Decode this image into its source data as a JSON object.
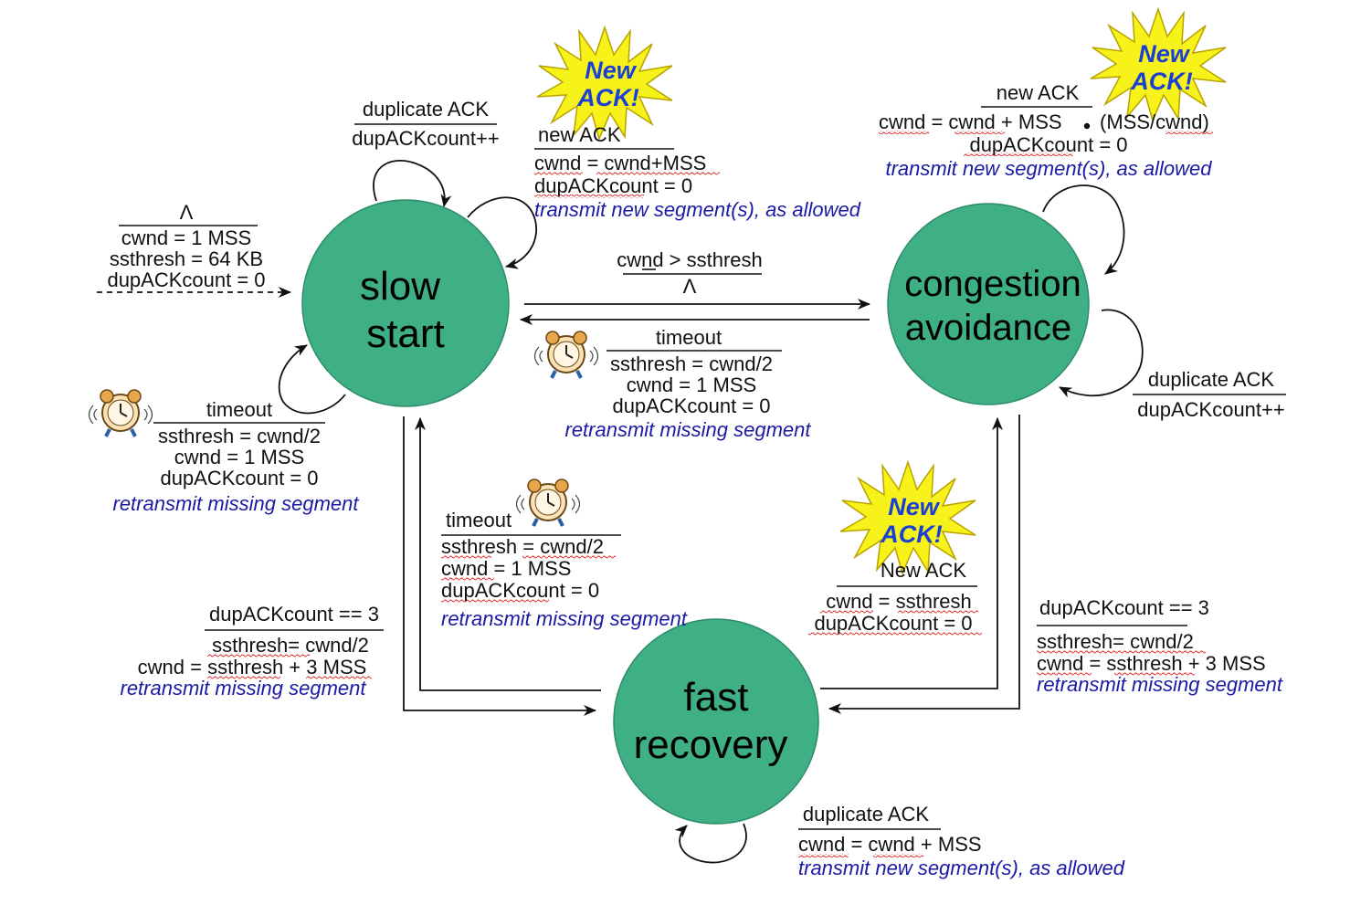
{
  "states": {
    "slow_start": [
      "slow",
      "start"
    ],
    "congestion_avoidance": [
      "congestion",
      "avoidance"
    ],
    "fast_recovery": [
      "fast",
      "recovery"
    ]
  },
  "badge_text": [
    "New",
    "ACK!"
  ],
  "labels": {
    "init": {
      "event": "Λ",
      "actions": [
        "cwnd = 1 MSS",
        "ssthresh = 64 KB",
        "dupACKcount = 0"
      ]
    },
    "ss_dup": {
      "event": "duplicate ACK",
      "actions": [
        "dupACKcount++"
      ]
    },
    "ss_new": {
      "event": "new ACK",
      "actions": [
        "cwnd = cwnd+MSS",
        "dupACKcount = 0"
      ],
      "action_note": "transmit new segment(s), as allowed"
    },
    "ss_to_ca": {
      "event": "cwnd > ssthresh",
      "actions": [
        "Λ"
      ]
    },
    "ca_timeout": {
      "event": "timeout",
      "actions": [
        "ssthresh = cwnd/2",
        "cwnd = 1 MSS",
        "dupACKcount = 0"
      ],
      "action_note": "retransmit missing segment"
    },
    "ss_timeout": {
      "event": "timeout",
      "actions": [
        "ssthresh = cwnd/2",
        "cwnd = 1 MSS",
        "dupACKcount = 0"
      ],
      "action_note": "retransmit missing segment"
    },
    "ca_new": {
      "event": "new ACK",
      "actions": [
        "cwnd = cwnd + MSS",
        "(MSS/cwnd)",
        "dupACKcount = 0"
      ],
      "action_note": "transmit new segment(s), as allowed"
    },
    "ca_dup": {
      "event": "duplicate ACK",
      "actions": [
        "dupACKcount++"
      ]
    },
    "fr_timeout": {
      "event": "timeout",
      "actions": [
        "ssthresh = cwnd/2",
        "cwnd = 1 MSS",
        "dupACKcount = 0"
      ],
      "action_note": "retransmit missing segment"
    },
    "ss_to_fr": {
      "event": "dupACKcount == 3",
      "actions": [
        "ssthresh= cwnd/2",
        "cwnd = ssthresh + 3 MSS"
      ],
      "action_note": "retransmit missing segment"
    },
    "fr_to_ca": {
      "event": "New ACK",
      "actions": [
        "cwnd = ssthresh",
        "dupACKcount = 0"
      ]
    },
    "ca_to_fr": {
      "event": "dupACKcount == 3",
      "actions": [
        "ssthresh= cwnd/2",
        "cwnd = ssthresh + 3 MSS"
      ],
      "action_note": "retransmit missing segment"
    },
    "fr_dup": {
      "event": "duplicate ACK",
      "actions": [
        "cwnd = cwnd + MSS"
      ],
      "action_note": "transmit new segment(s), as allowed"
    }
  },
  "colors": {
    "state_fill": "#3fb085",
    "action_note": "#1a1aa6",
    "badge_fill": "#f7f21a",
    "badge_text": "#1a3fd6"
  },
  "icons": {
    "badge": "new-ack-starburst-icon",
    "timer": "alarm-clock-icon"
  }
}
